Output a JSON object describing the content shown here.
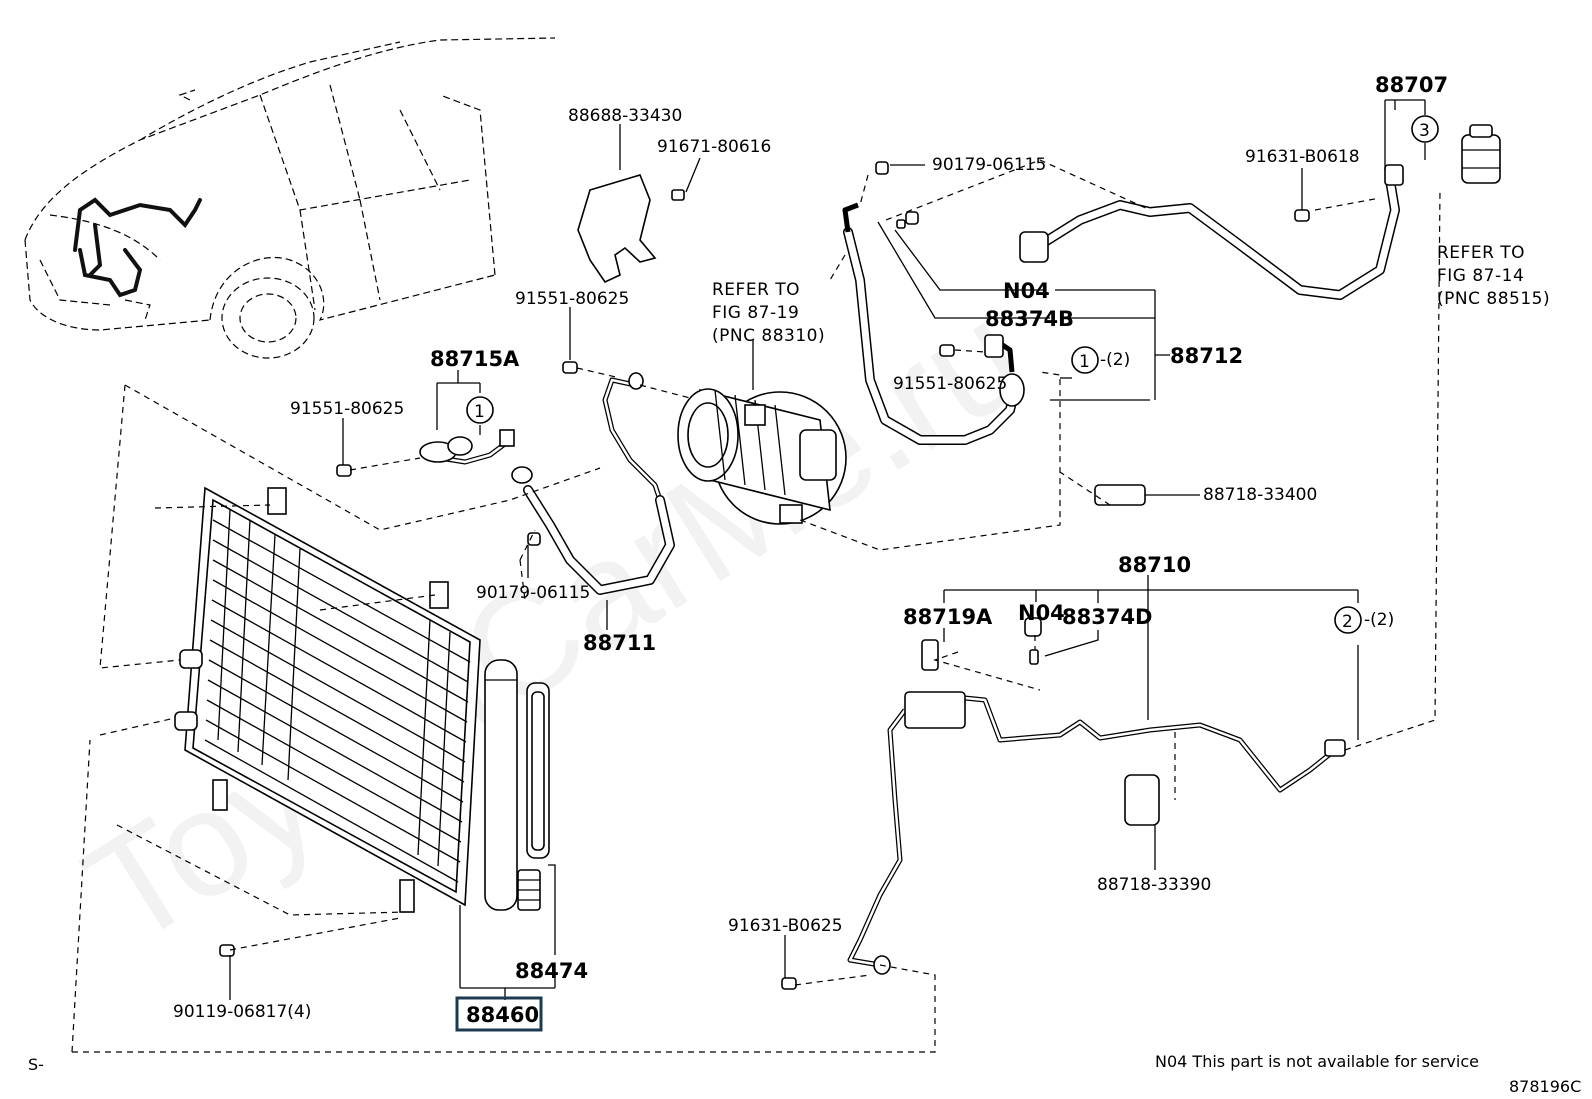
{
  "watermark": "ToyotaCarMe.ru",
  "parts": {
    "p88688_33430": "88688-33430",
    "p91671_80616": "91671-80616",
    "p90179_06115_top": "90179-06115",
    "p88707": "88707",
    "p91631_B0618": "91631-B0618",
    "circle3": "3",
    "p91551_80625_a": "91551-80625",
    "p88715A": "88715A",
    "p91551_80625_b": "91551-80625",
    "circle1_a": "1",
    "p90179_06115_mid": "90179-06115",
    "p88711": "88711",
    "N04_top": "N04",
    "p88374B": "88374B",
    "p88712": "88712",
    "circle1_b": "1",
    "qty2_a": "-(2)",
    "p91551_80625_c": "91551-80625",
    "p88718_33400": "88718-33400",
    "p88710": "88710",
    "p88719A": "88719A",
    "N04_mid": "N04",
    "p88374D": "88374D",
    "circle2": "2",
    "qty2_b": "-(2)",
    "p88718_33390": "88718-33390",
    "p91631_B0625": "91631-B0625",
    "p88474": "88474",
    "p88460": "88460",
    "p90119_06817": "90119-06817(4)"
  },
  "refs": {
    "compressor": [
      "REFER TO",
      "FIG 87-19",
      "(PNC 88310)"
    ],
    "valve": [
      "REFER TO",
      "FIG 87-14",
      "(PNC 88515)"
    ]
  },
  "footer": {
    "left": "S-",
    "note": "N04 This part is not available for service",
    "code": "878196C"
  }
}
